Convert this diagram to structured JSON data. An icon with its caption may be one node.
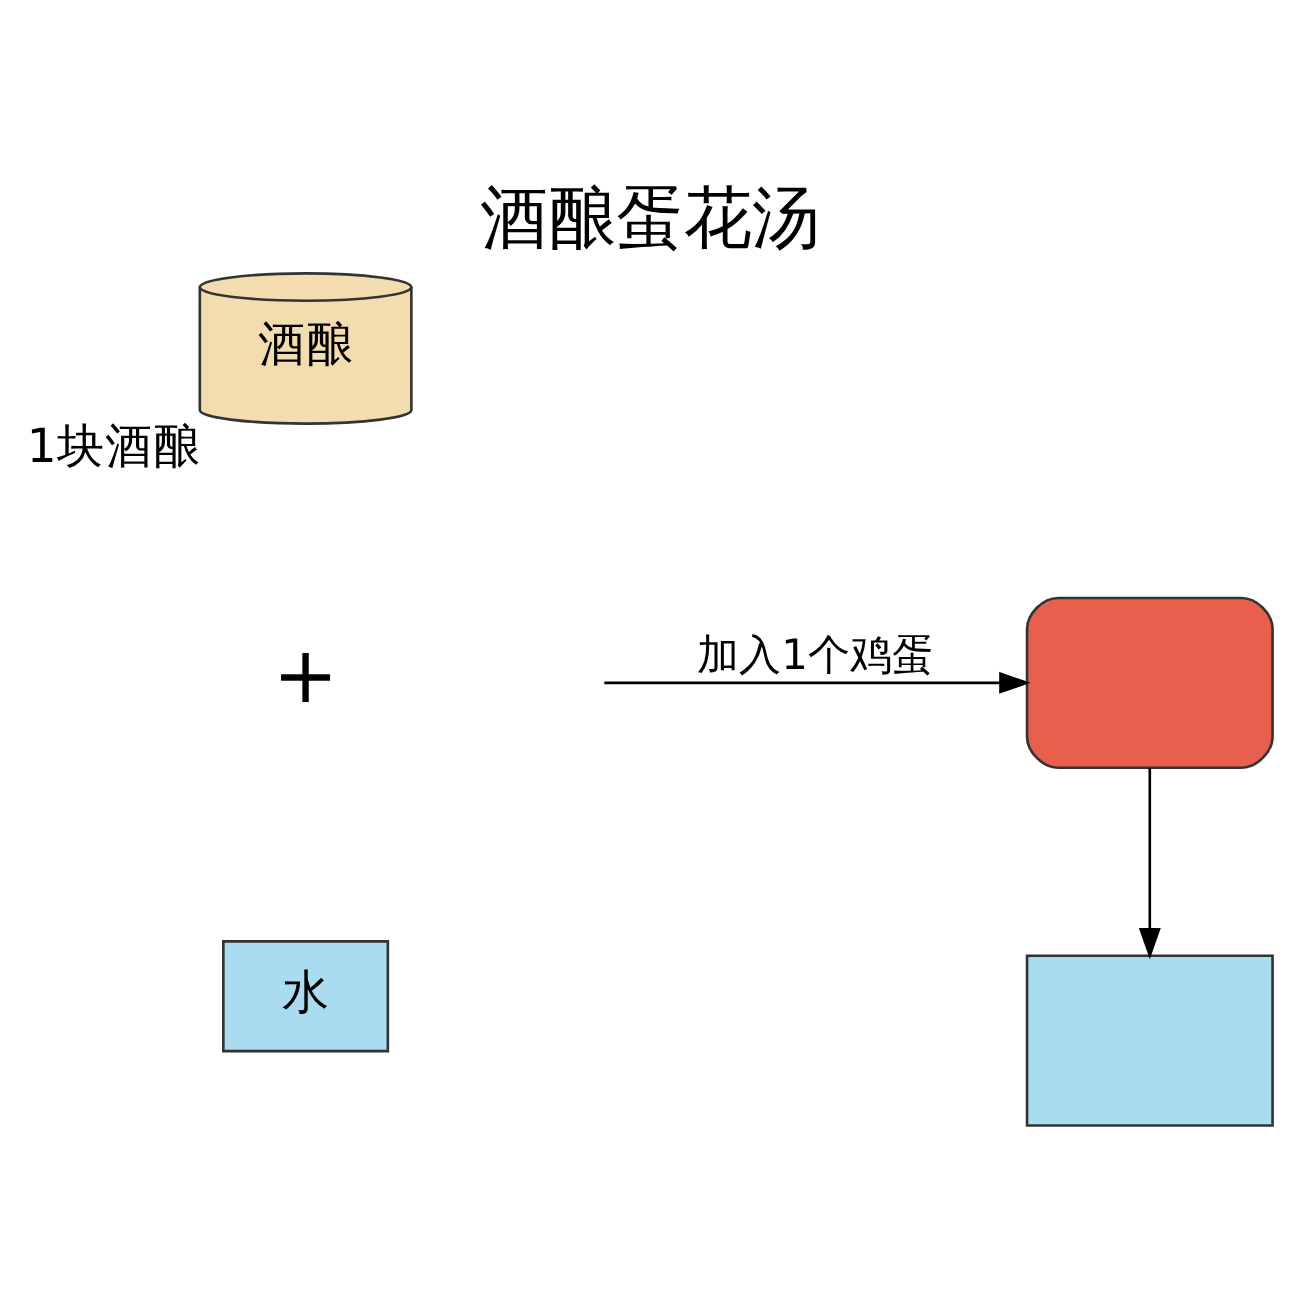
{
  "diagram": {
    "title": "酒酿蛋花汤",
    "nodes": [
      {
        "text": [
          "酒酿"
        ],
        "beside": [
          "1块酒酿"
        ]
      },
      {
        "text": [
          "水"
        ]
      },
      {
        "text": [],
        "shape": "box"
      },
      {
        "text": [],
        "shape": "box"
      }
    ],
    "edges": [
      {
        "from": null,
        "to": 2,
        "arrow": "to",
        "label": "加入1个鸡蛋"
      },
      {
        "from": 2,
        "to": 3,
        "arrow": "to"
      }
    ],
    "labels": [
      "+"
    ]
  }
}
